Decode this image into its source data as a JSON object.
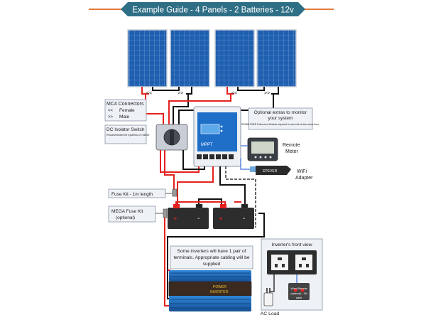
{
  "title": "Example Guide - 4 Panels - 2 Batteries - 12v",
  "colors": {
    "title_bg": "#2f6f86",
    "accent_line": "#e07a3a",
    "positive": "#e3221f",
    "negative": "#111111",
    "panel": "#1f5fb0",
    "inverter": "#1e6fc4"
  },
  "labels": {
    "mc4_title": "MC4 Connectors",
    "mc4_female": "Female",
    "mc4_male": "Male",
    "isolator_title": "DC Isolator Switch",
    "isolator_note": "Recommended for systems of >480W",
    "extras_title_1": "Optional extras to monitor",
    "extras_title_2": "your system",
    "extras_note": "RS485-TNED Extension Module required to use both at the same time.",
    "remote_meter_1": "Remote",
    "remote_meter_2": "Meter",
    "wifi_1": "WiFi",
    "wifi_2": "Adapter",
    "fuse_kit": "Fuse Kit - 1m length",
    "mega_fuse_1": "MEGA Fuse Kit",
    "mega_fuse_2": "(optional)",
    "inverter_note_1": "Some inverters will have 1 pair of",
    "inverter_note_2": "terminals. Appropriate cabling will be",
    "inverter_note_3": "supplied",
    "front_view": "Inverter's front view",
    "wired_remote_1": "Wired Remote",
    "wired_remote_2": "(optional) - 3M",
    "wired_remote_3": "cable",
    "ac_load": "AC Load",
    "mppt": "MPPT",
    "epever": "EPEVER",
    "inverter_brand_1": "POWER",
    "inverter_brand_2": "INVERTER"
  },
  "panels": [
    {
      "name": "panel-1"
    },
    {
      "name": "panel-2"
    },
    {
      "name": "panel-3"
    },
    {
      "name": "panel-4"
    }
  ],
  "batteries": [
    {
      "name": "battery-1"
    },
    {
      "name": "battery-2"
    }
  ]
}
